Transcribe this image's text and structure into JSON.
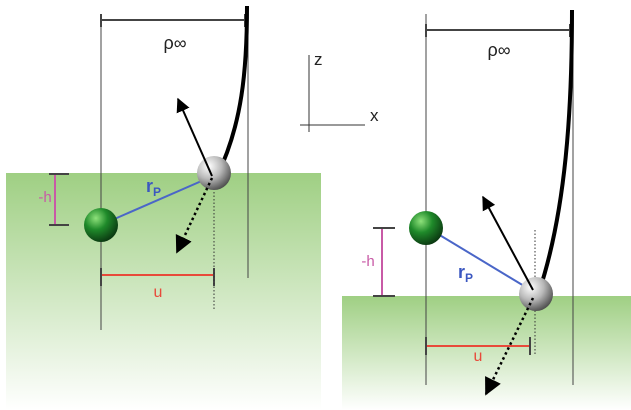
{
  "axes": {
    "z_label": "z",
    "x_label": "x"
  },
  "panels": [
    {
      "rho_label": "ρ∞",
      "rp_label": "r",
      "rp_subscript": "P",
      "h_label": "-h",
      "u_label": "u"
    },
    {
      "rho_label": "ρ∞",
      "rp_label": "r",
      "rp_subscript": "P",
      "h_label": "-h",
      "u_label": "u"
    }
  ],
  "colors": {
    "water_top": "#9fcf83",
    "water_bottom": "#ffffff",
    "green_sphere": "#1f8a2a",
    "gray_sphere": "#b9b9b9",
    "rp_vector": "#4a66c8",
    "h_marker": "#c85aa6",
    "u_marker": "#e84a3a",
    "rp_text": "#3b57c0"
  }
}
